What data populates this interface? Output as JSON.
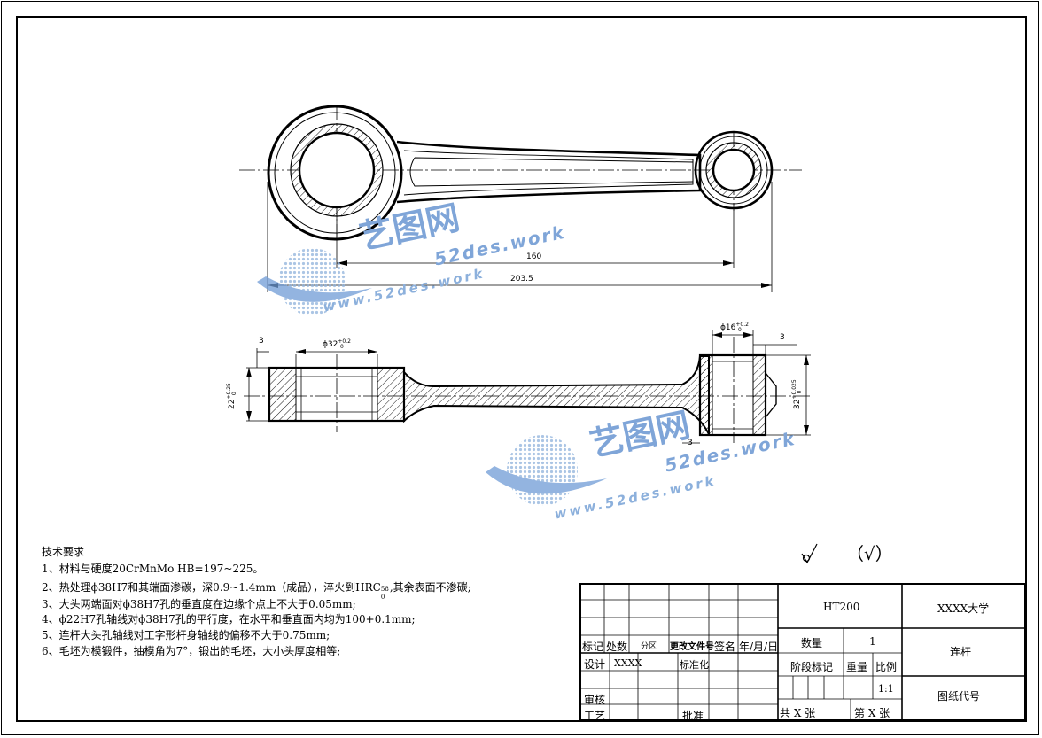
{
  "dimensions": {
    "center_distance": "160",
    "overall_length": "203.5",
    "big_bore": "ϕ32",
    "big_bore_tol": "+0.2",
    "big_bore_tol_low": "0",
    "small_bore": "ϕ16",
    "small_bore_tol": "+0.2",
    "small_bore_tol_low": "0",
    "big_thickness": "22",
    "big_thickness_tol": "+0.25",
    "big_thickness_tol_low": "0",
    "small_thickness": "32",
    "small_thickness_tol": "+0.025",
    "small_thickness_tol_low": "0",
    "chamfer_left": "3",
    "chamfer_right": "3",
    "chamfer_bottom": "3"
  },
  "watermark": {
    "brand": "艺图网",
    "site": "52des.work",
    "site_full": "www.52des.work"
  },
  "technical_requirements": {
    "title": "技术要求",
    "items": [
      "1、材料与硬度20CrMnMo HB=197~225。",
      "2、热处理ϕ38H7和其端面渗碳，深0.9~1.4mm（成品），淬火到HRC",
      "3、大头两端面对ϕ38H7孔的垂直度在边缘个点上不大于0.05mm;",
      "4、ϕ22H7孔轴线对ϕ38H7孔的平行度，在水平和垂直面内均为100+0.1mm;",
      "5、连杆大头孔轴线对工字形杆身轴线的偏移不大于0.75mm;",
      "6、毛坯为模锻件，抽模角为7°，锻出的毛坯，大小头厚度相等;"
    ],
    "hrc_sup": "58",
    "hrc_sub": "0",
    "item2_tail": ",其余表面不渗碳;"
  },
  "surface_finish": {
    "symbol": "√",
    "paren_symbol": "（√）"
  },
  "title_block": {
    "material": "HT200",
    "school": "XXXX大学",
    "part_name": "连杆",
    "drawing_no_label": "图纸代号",
    "quantity_label": "数量",
    "quantity_value": "1",
    "stage_label": "阶段标记",
    "weight_label": "重量",
    "scale_label": "比例",
    "scale_value": "1:1",
    "sheets_total": "共 X 张",
    "sheet_no": "第 X 张",
    "mark_label": "标记",
    "count_label": "处数",
    "zone_label": "分区",
    "change_doc_label": "更改文件号",
    "sign_label": "签名",
    "date_label": "年/月/日",
    "design_label": "设计",
    "designer": "XXXX",
    "standard_label": "标准化",
    "review_label": "审核",
    "process_label": "工艺",
    "approve_label": "批准"
  }
}
